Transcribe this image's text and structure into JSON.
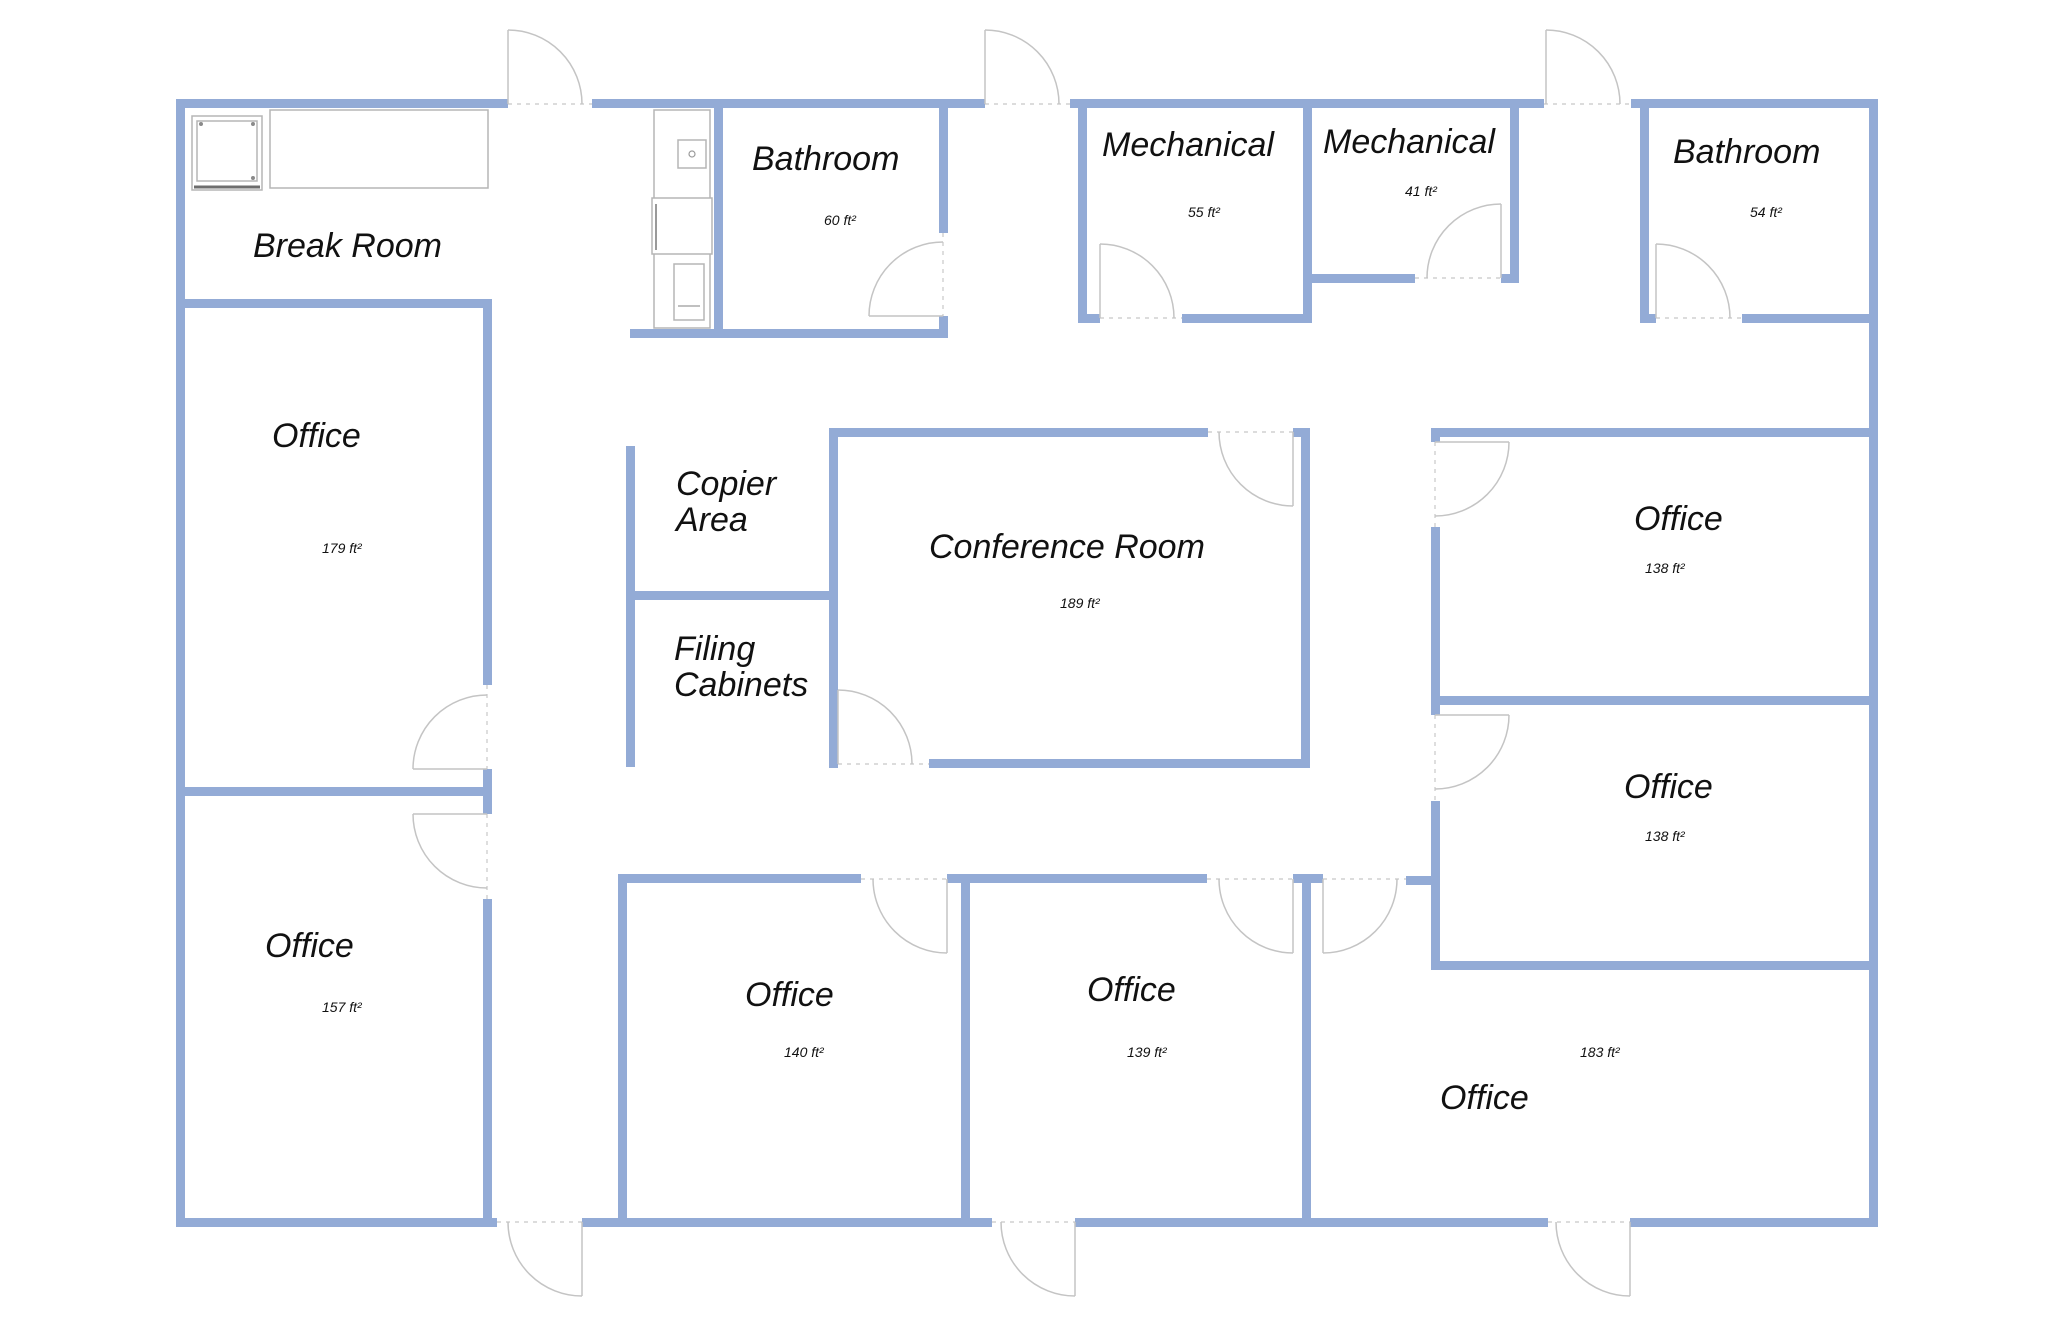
{
  "colors": {
    "wall": "#93abd6",
    "background": "#ffffff",
    "text": "#111111",
    "door": "#c4c4c4"
  },
  "rooms": {
    "break_room": {
      "name": "Break Room"
    },
    "bathroom_1": {
      "name": "Bathroom",
      "area": "60 ft²"
    },
    "mechanical_1": {
      "name": "Mechanical",
      "area": "55 ft²"
    },
    "mechanical_2": {
      "name": "Mechanical",
      "area": "41 ft²"
    },
    "bathroom_2": {
      "name": "Bathroom",
      "area": "54 ft²"
    },
    "office_left_top": {
      "name": "Office",
      "area": "179 ft²"
    },
    "office_left_bottom": {
      "name": "Office",
      "area": "157 ft²"
    },
    "copier_area": {
      "name_line1": "Copier",
      "name_line2": "Area"
    },
    "filing_cabinets": {
      "name_line1": "Filing",
      "name_line2": "Cabinets"
    },
    "conference_room": {
      "name": "Conference Room",
      "area": "189 ft²"
    },
    "office_right_top": {
      "name": "Office",
      "area": "138 ft²"
    },
    "office_right_middle": {
      "name": "Office",
      "area": "138 ft²"
    },
    "office_bottom_1": {
      "name": "Office",
      "area": "140 ft²"
    },
    "office_bottom_2": {
      "name": "Office",
      "area": "139 ft²"
    },
    "office_bottom_3": {
      "name": "Office",
      "area": "183 ft²"
    }
  }
}
